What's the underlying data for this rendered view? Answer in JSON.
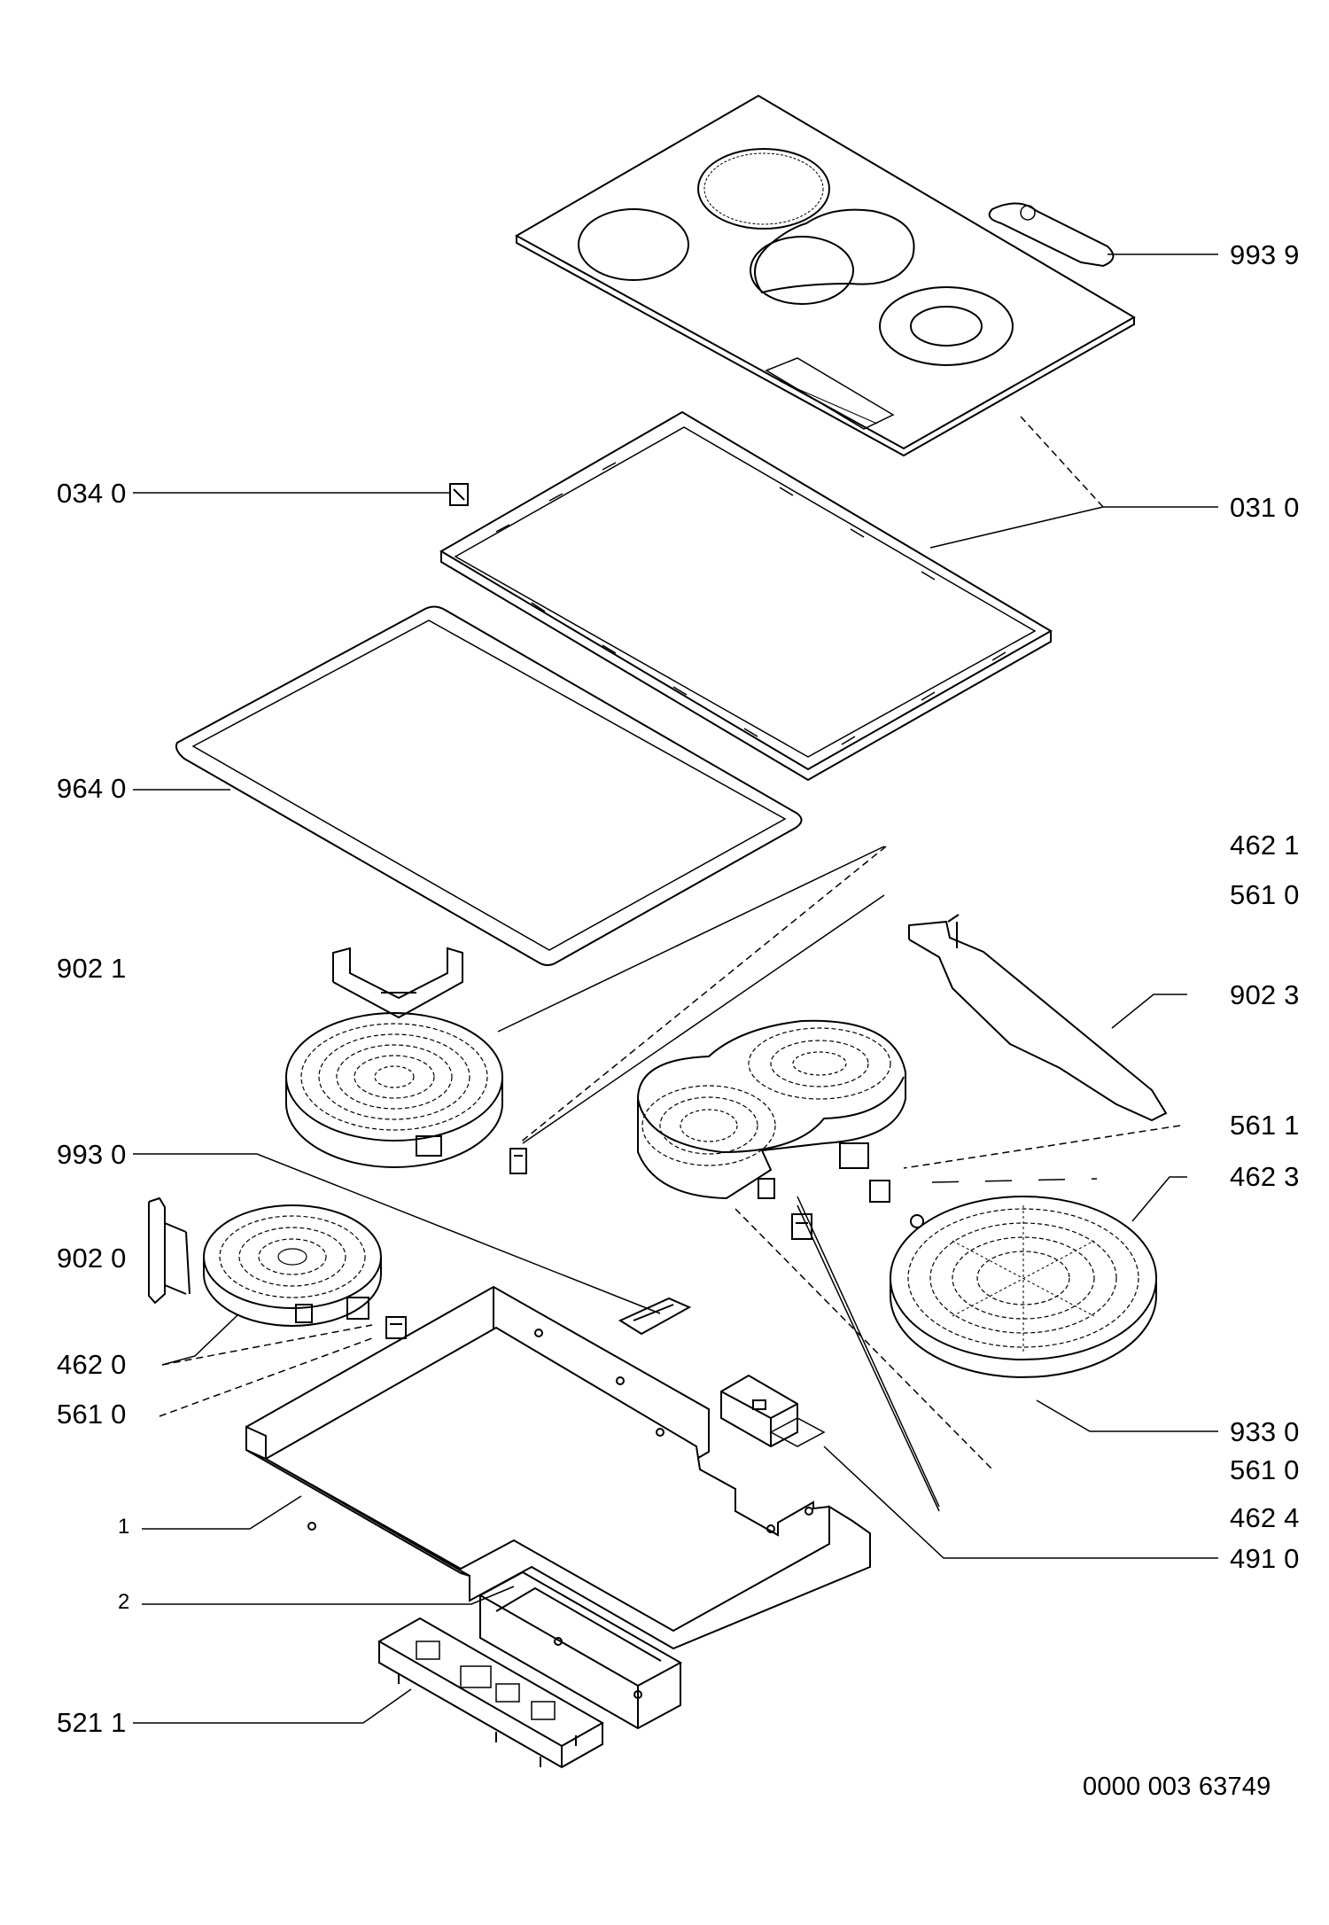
{
  "diagram": {
    "style": {
      "line_color": "#000000",
      "background": "#ffffff"
    },
    "labels_right": {
      "p9939": "993 9",
      "p0310": "031 0",
      "p4621": "462 1",
      "p5610a": "561 0",
      "p9023": "902 3",
      "p5611": "561 1",
      "p4623": "462 3",
      "p9330": "933 0",
      "p5610b": "561 0",
      "p4624": "462 4",
      "p4910": "491 0"
    },
    "labels_left": {
      "p0340": "034 0",
      "p9640": "964 0",
      "p9021": "902 1",
      "p9930": "993 0",
      "p9020": "902 0",
      "p4620": "462 0",
      "p5610c": "561 0",
      "p1": "1",
      "p2": "2",
      "p5211": "521 1"
    },
    "drawing_number": "0000 003 63749"
  }
}
